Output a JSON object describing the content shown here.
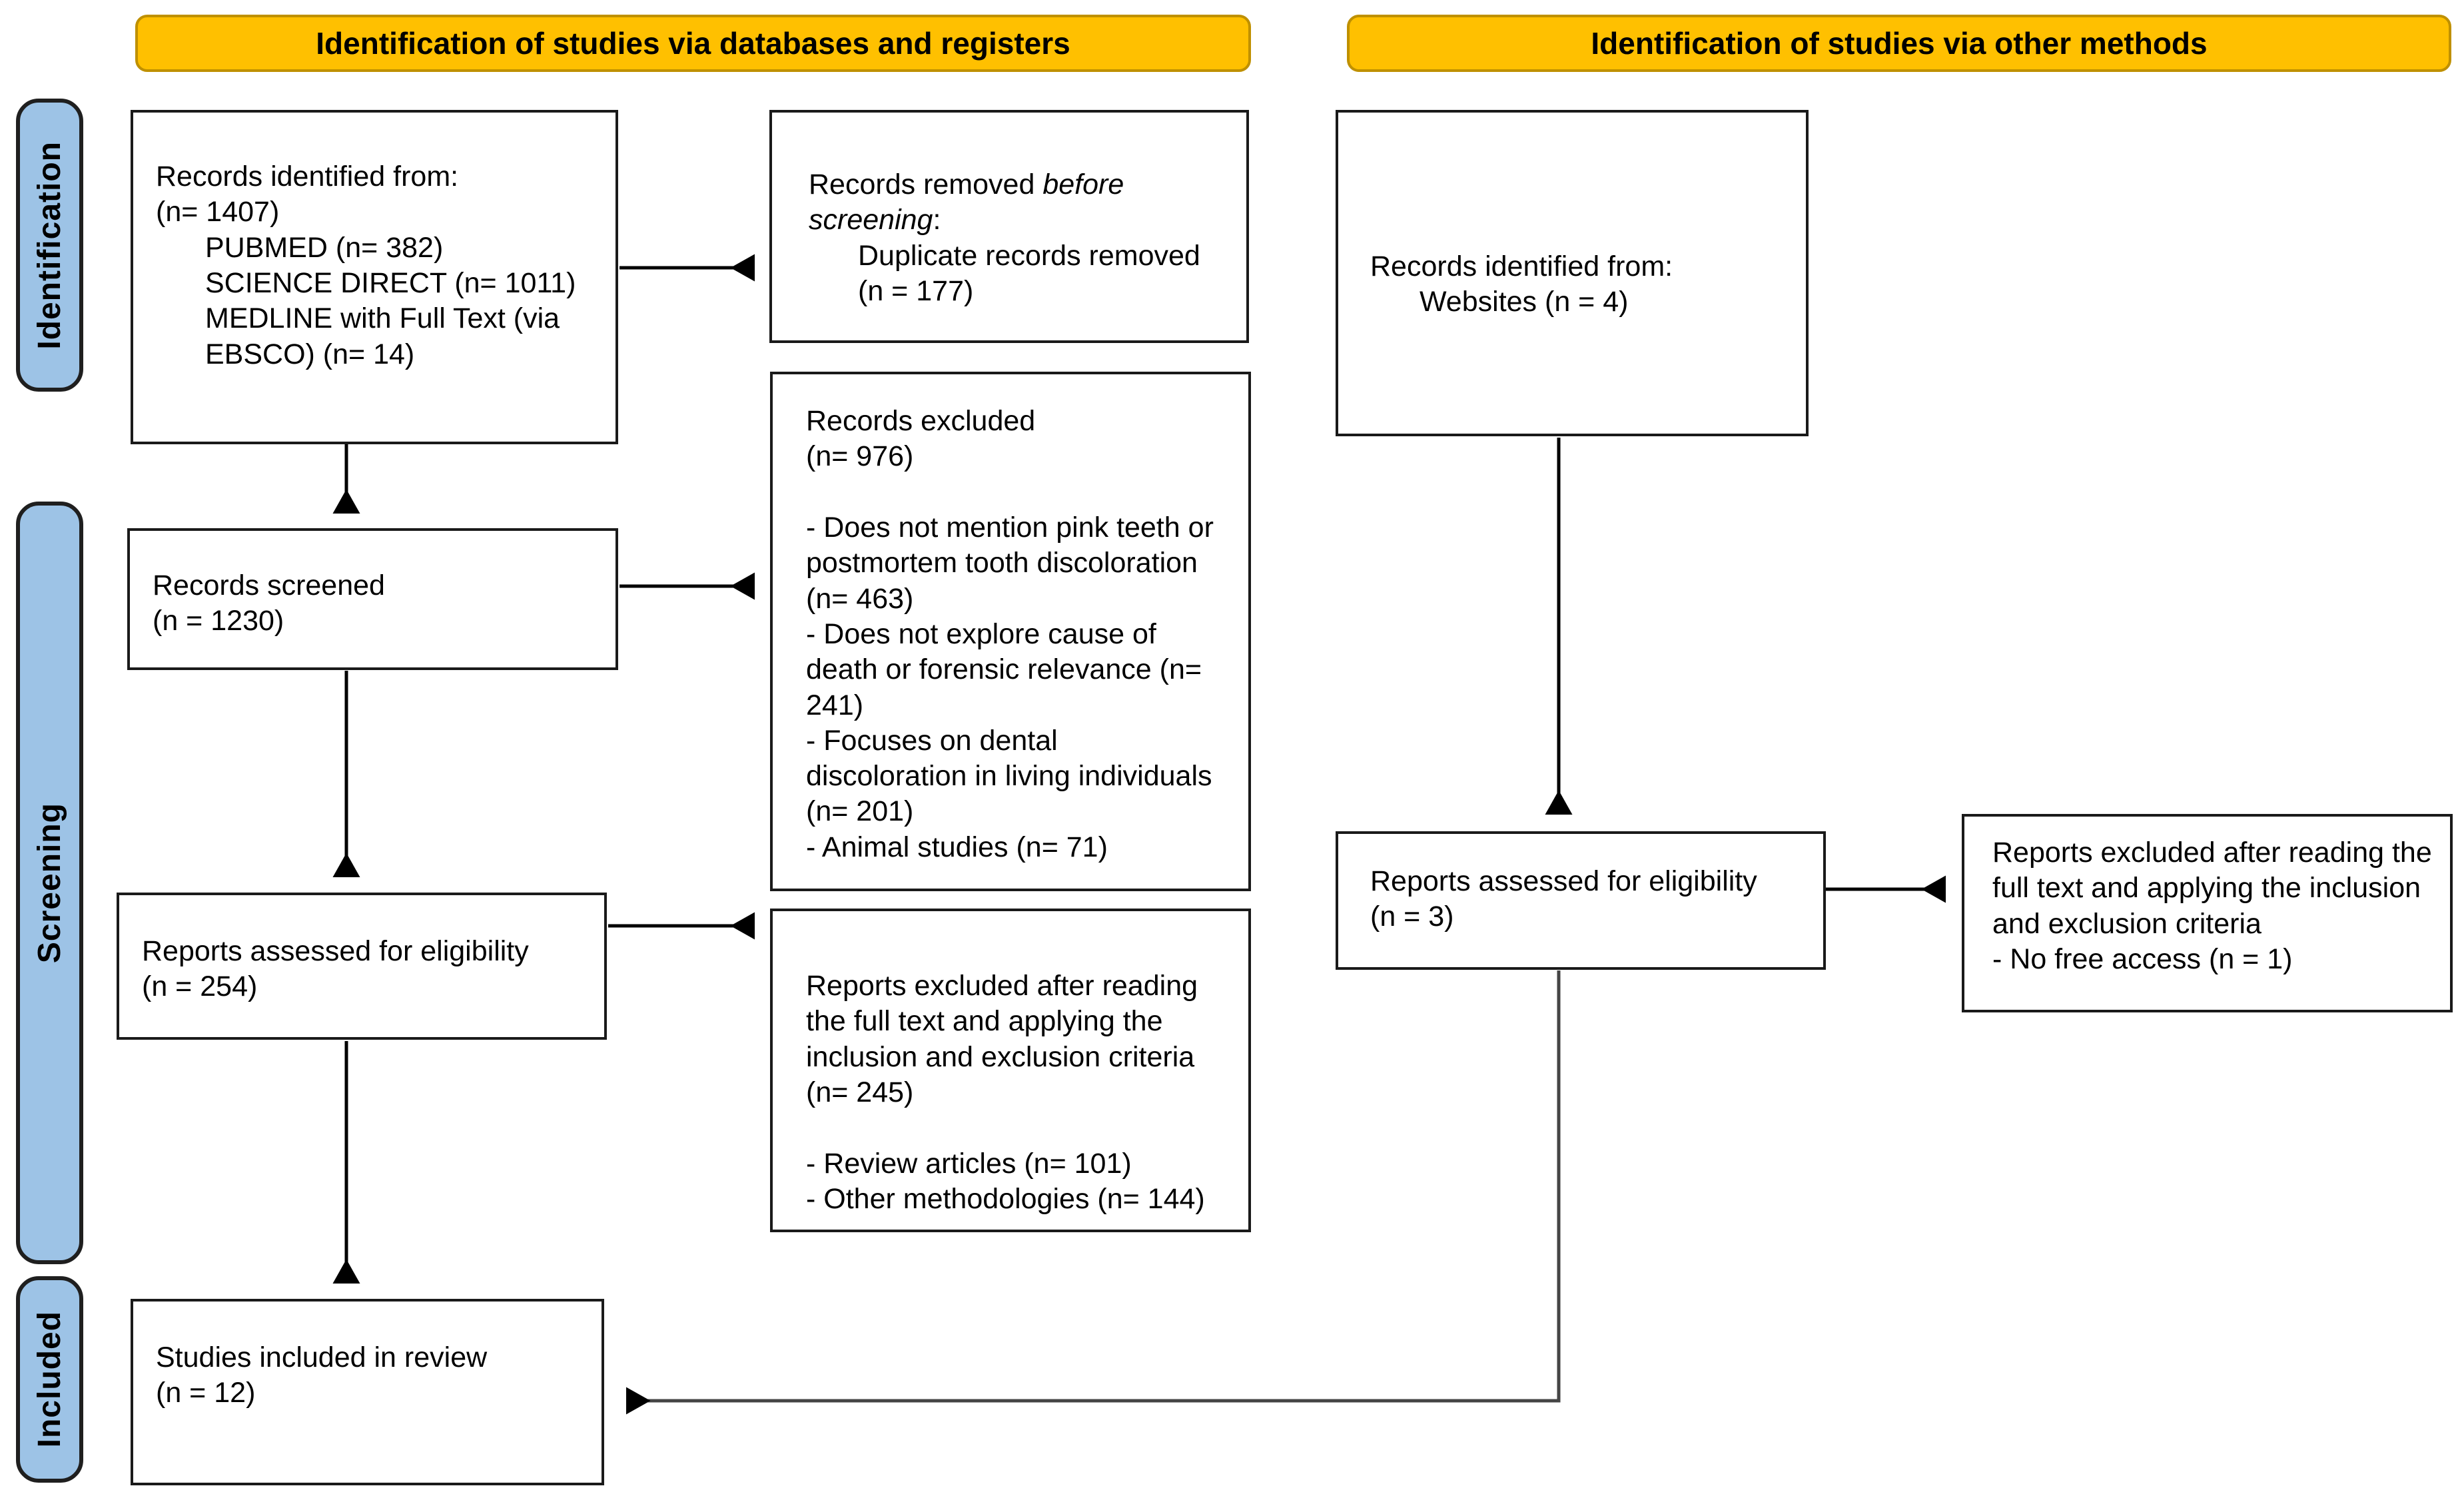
{
  "banners": {
    "left": "Identification of studies via databases and registers",
    "right": "Identification of studies via other methods"
  },
  "sidebar": {
    "identification": "Identification",
    "screening": "Screening",
    "included": "Included"
  },
  "colors": {
    "banner_fill": "#FFC000",
    "banner_border": "#BF9000",
    "sidebar_fill": "#9DC3E6",
    "sidebar_border": "#1F1F1F",
    "box_border": "#1A1A1A",
    "arrow": "#000000"
  },
  "boxes": {
    "records_identified_db": {
      "intro": "Records identified from:\n(n= 1407)",
      "sources": "PUBMED (n= 382)\nSCIENCE DIRECT (n= 1011)\nMEDLINE with Full Text (via\nEBSCO) (n= 14)"
    },
    "records_removed": {
      "prefix": "Records removed ",
      "italic": "before screening",
      "suffix": ":",
      "detail": "Duplicate records removed\n(n = 177)"
    },
    "records_screened": {
      "text": "Records screened\n(n = 1230)"
    },
    "records_excluded": {
      "text": "Records excluded\n(n= 976)\n\n- Does not mention pink teeth or\npostmortem tooth discoloration\n(n= 463)\n- Does not explore cause of\ndeath or forensic relevance (n=\n241)\n- Focuses on dental\ndiscoloration in living individuals\n(n= 201)\n- Animal studies (n= 71)"
    },
    "reports_assessed_db": {
      "text": "Reports assessed for eligibility\n(n = 254)"
    },
    "reports_excluded_db": {
      "text": "Reports excluded after reading\nthe full text and applying the\ninclusion and exclusion criteria\n(n= 245)\n\n- Review articles (n= 101)\n- Other methodologies (n= 144)"
    },
    "studies_included": {
      "text": "Studies included in review\n(n = 12)"
    },
    "records_identified_other": {
      "intro": "Records identified from:",
      "detail": "Websites (n = 4)"
    },
    "reports_assessed_other": {
      "text": "Reports assessed for eligibility\n(n = 3)"
    },
    "reports_excluded_other": {
      "text": "Reports excluded after reading the\nfull text and applying the inclusion\nand exclusion criteria\n- No free access (n = 1)"
    }
  }
}
